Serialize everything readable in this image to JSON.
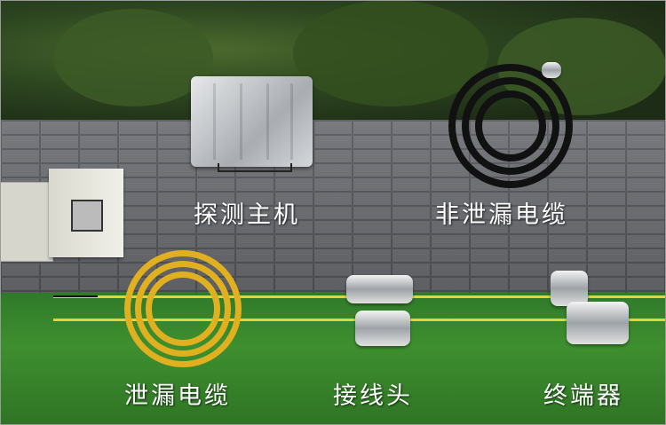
{
  "labels": {
    "host": "探测主机",
    "non_leaky_cable": "非泄漏电缆",
    "leaky_cable": "泄漏电缆",
    "connector": "接线头",
    "terminator": "终端器"
  },
  "colors": {
    "leaky_cable": "#e0b020",
    "non_leaky_cable": "#111111",
    "grass": "#3e8f2f",
    "wall": "#6d6f74"
  }
}
